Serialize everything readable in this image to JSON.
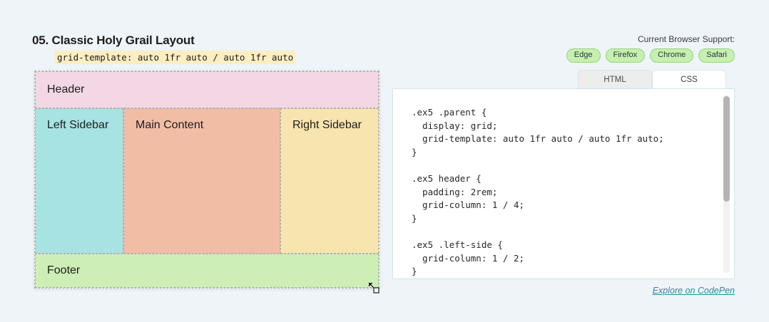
{
  "title": "05. Classic Holy Grail Layout",
  "subtitle_code": "grid-template: auto 1fr auto / auto 1fr auto",
  "browser_support": {
    "label": "Current Browser Support:",
    "badges": [
      "Edge",
      "Firefox",
      "Chrome",
      "Safari"
    ],
    "badge_fill": "#c6efb0",
    "badge_border": "#9ad47f"
  },
  "demo": {
    "cells": [
      {
        "name": "header",
        "label": "Header",
        "color": "#f3d7e4"
      },
      {
        "name": "left-sidebar",
        "label": "Left Sidebar",
        "color": "#a8e3e3"
      },
      {
        "name": "main-content",
        "label": "Main Content",
        "color": "#f1bda4"
      },
      {
        "name": "right-sidebar",
        "label": "Right Sidebar",
        "color": "#f8e4ae"
      },
      {
        "name": "footer",
        "label": "Footer",
        "color": "#cdeeb4"
      }
    ],
    "resize_handle": "resize-handle-icon"
  },
  "code_panel": {
    "tabs": [
      {
        "label": "HTML",
        "active": false
      },
      {
        "label": "CSS",
        "active": true
      }
    ],
    "code": ".ex5 .parent {\n  display: grid;\n  grid-template: auto 1fr auto / auto 1fr auto;\n}\n\n.ex5 header {\n  padding: 2rem;\n  grid-column: 1 / 4;\n}\n\n.ex5 .left-side {\n  grid-column: 1 / 2;\n}",
    "scrollbar": "vertical-scrollbar"
  },
  "footer_link": "Explore on CodePen",
  "colors": {
    "page_background": "#eef4f7",
    "link": "#2f8a9b",
    "highlight": "#fdeec2"
  }
}
